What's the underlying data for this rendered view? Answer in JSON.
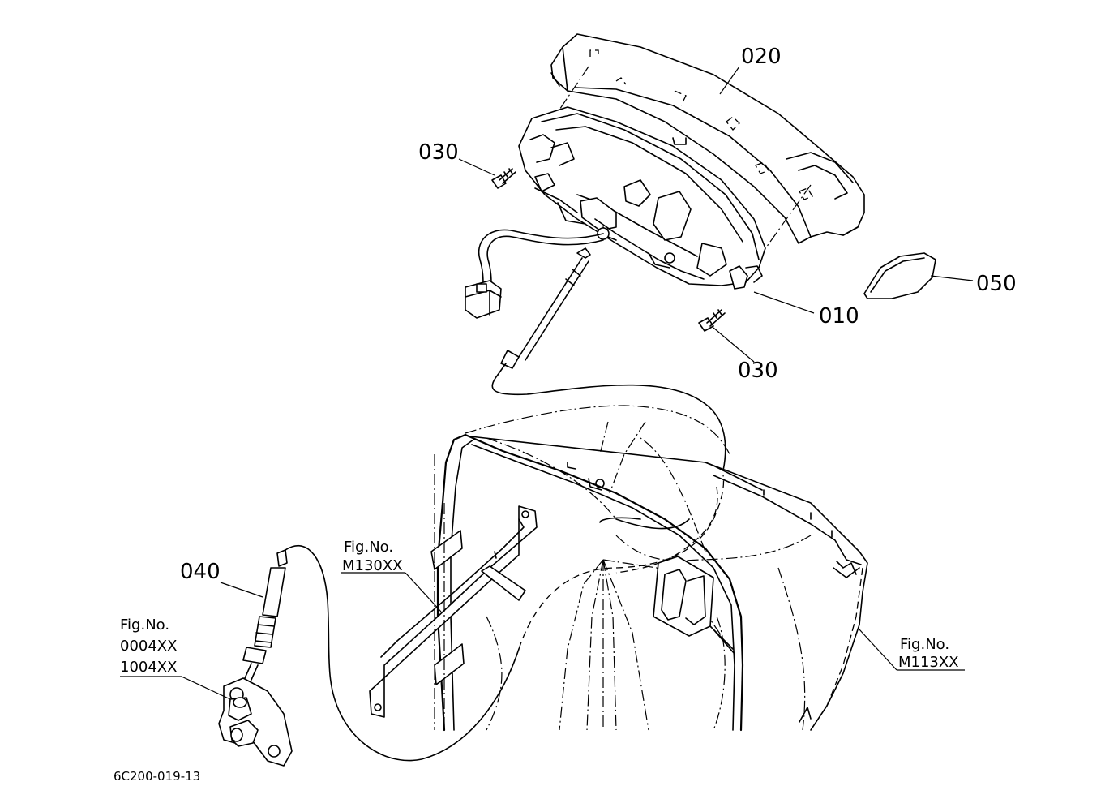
{
  "part_labels": {
    "p010": "010",
    "p020": "020",
    "p030_upper": "030",
    "p030_lower": "030",
    "p040": "040",
    "p050": "050"
  },
  "figure_refs": {
    "m130": {
      "line1": "Fig.No.",
      "line2": "M130XX"
    },
    "m113": {
      "line1": "Fig.No.",
      "line2": "M113XX"
    },
    "f0004": {
      "line1": "Fig.No.",
      "line2": "0004XX",
      "line3": "1004XX"
    }
  },
  "drawing_code": "6C200-019-13"
}
